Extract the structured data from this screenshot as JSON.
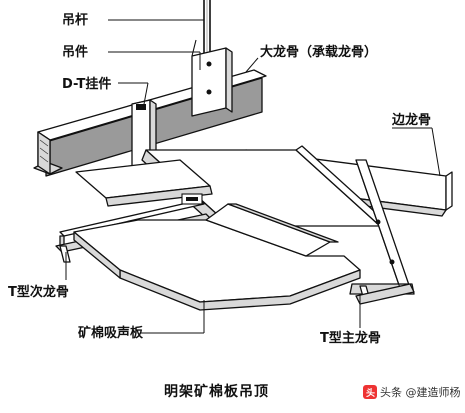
{
  "labels": {
    "hanger_rod": "吊杆",
    "hanger": "吊件",
    "dt_hanger": "D-T挂件",
    "main_runner": "大龙骨（承载龙骨）",
    "edge_runner": "边龙骨",
    "t_cross_runner": "T型次龙骨",
    "mineral_board": "矿棉吸声板",
    "t_main_runner": "T型主龙骨"
  },
  "caption": "明架矿棉板吊顶",
  "watermark": {
    "text": "头条 @建造师杨",
    "icon": "toutiao-logo-icon"
  }
}
